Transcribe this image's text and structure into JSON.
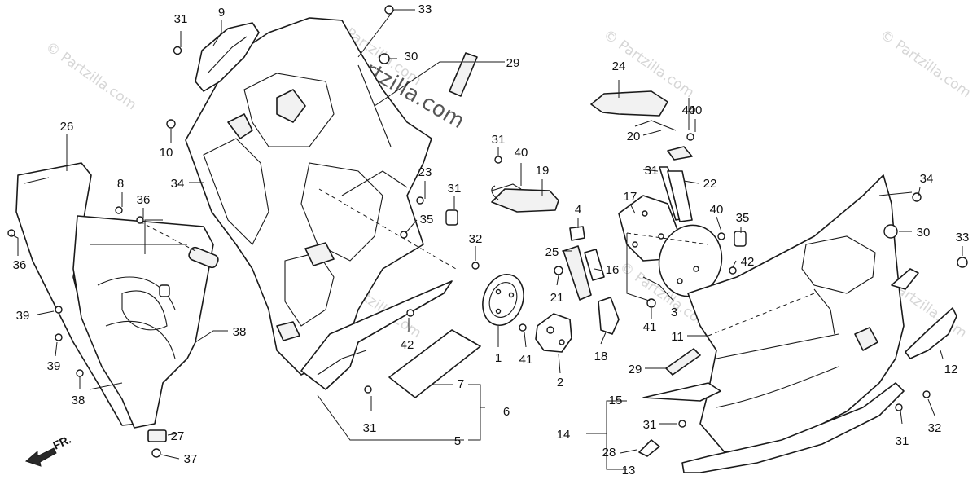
{
  "watermark": {
    "small": "© Partzilla.com",
    "big": "Partzilla.com"
  },
  "direction_marker": "FR.",
  "callouts": [
    {
      "label": "31"
    },
    {
      "label": "9"
    },
    {
      "label": "33"
    },
    {
      "label": "30"
    },
    {
      "label": "29"
    },
    {
      "label": "24"
    },
    {
      "label": "40"
    },
    {
      "label": "20"
    },
    {
      "label": "26"
    },
    {
      "label": "10"
    },
    {
      "label": "34"
    },
    {
      "label": "8"
    },
    {
      "label": "36"
    },
    {
      "label": "36"
    },
    {
      "label": "39"
    },
    {
      "label": "39"
    },
    {
      "label": "38"
    },
    {
      "label": "38"
    },
    {
      "label": "27"
    },
    {
      "label": "37"
    },
    {
      "label": "31"
    },
    {
      "label": "40"
    },
    {
      "label": "19"
    },
    {
      "label": "23"
    },
    {
      "label": "31"
    },
    {
      "label": "35"
    },
    {
      "label": "32"
    },
    {
      "label": "42"
    },
    {
      "label": "31"
    },
    {
      "label": "22"
    },
    {
      "label": "17"
    },
    {
      "label": "4"
    },
    {
      "label": "25"
    },
    {
      "label": "16"
    },
    {
      "label": "21"
    },
    {
      "label": "40"
    },
    {
      "label": "35"
    },
    {
      "label": "42"
    },
    {
      "label": "34"
    },
    {
      "label": "30"
    },
    {
      "label": "33"
    },
    {
      "label": "40"
    },
    {
      "label": "3"
    },
    {
      "label": "41"
    },
    {
      "label": "1"
    },
    {
      "label": "41"
    },
    {
      "label": "2"
    },
    {
      "label": "18"
    },
    {
      "label": "11"
    },
    {
      "label": "12"
    },
    {
      "label": "29"
    },
    {
      "label": "7"
    },
    {
      "label": "6"
    },
    {
      "label": "31"
    },
    {
      "label": "5"
    },
    {
      "label": "15"
    },
    {
      "label": "14"
    },
    {
      "label": "31"
    },
    {
      "label": "28"
    },
    {
      "label": "13"
    },
    {
      "label": "31"
    },
    {
      "label": "32"
    }
  ]
}
